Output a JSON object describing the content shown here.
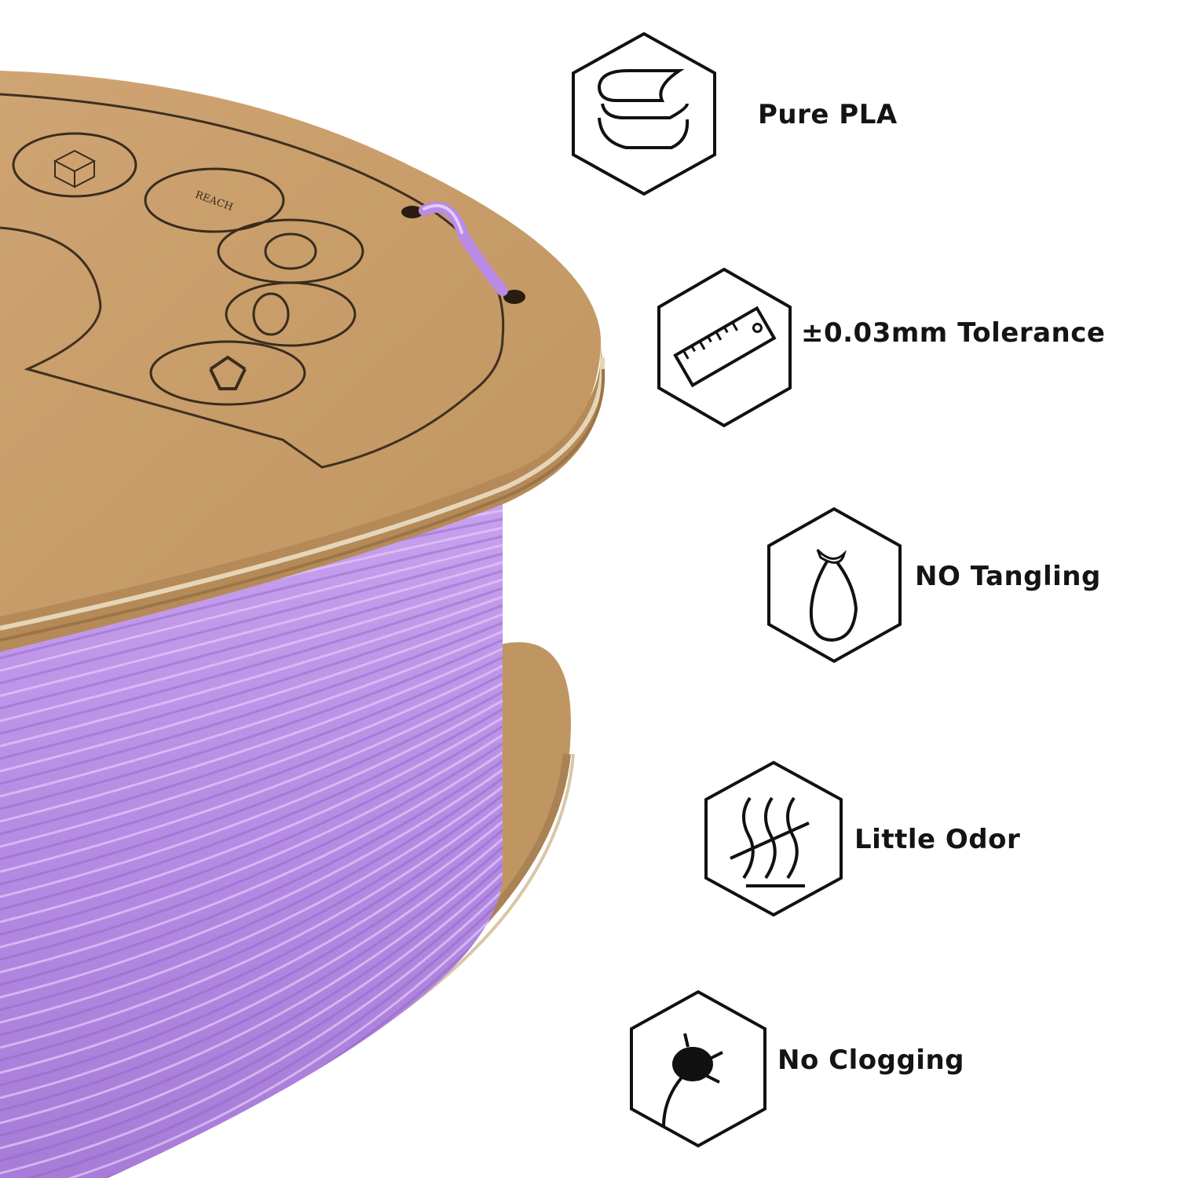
{
  "image": {
    "subject": "purple-pla-filament-spool",
    "filament_color": "#b98ae6",
    "cardboard_color": "#c99f6b"
  },
  "spool": {
    "stamp_text": "REACH"
  },
  "features": [
    {
      "label": "Pure PLA",
      "icon": "layers-icon"
    },
    {
      "label": "±0.03mm Tolerance",
      "icon": "ruler-icon"
    },
    {
      "label": "NO Tangling",
      "icon": "knot-icon"
    },
    {
      "label": "Little Odor",
      "icon": "odor-waves-icon"
    },
    {
      "label": "No Clogging",
      "icon": "nozzle-clog-icon"
    }
  ]
}
